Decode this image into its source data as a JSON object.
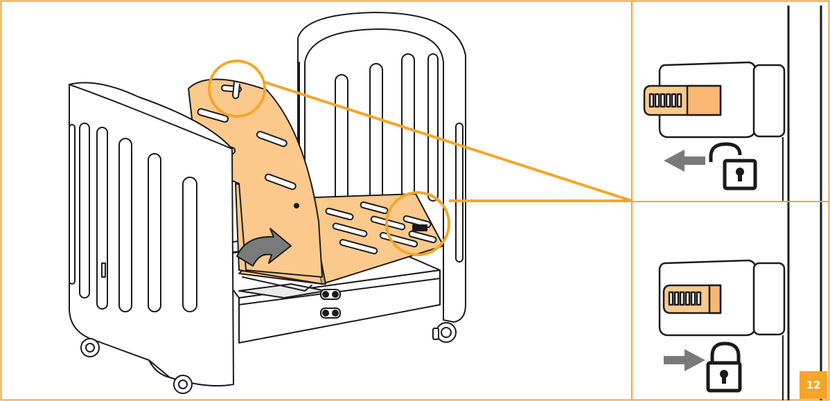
{
  "page": {
    "number": "12"
  },
  "colors": {
    "frame": "#f5a52a",
    "wood": "#fcc98c",
    "arrow_gray": "#7a7a7a",
    "line": "#1a1a1a",
    "badge_bg": "#f5a52a",
    "badge_text": "#ffffff"
  },
  "illustration": {
    "subject": "crib-assembly",
    "rotate_arrow": "curved-arrow-icon"
  },
  "detail_panels": [
    {
      "state": "unlocked",
      "arrow": "left-arrow-icon",
      "lock": "unlocked-padlock-icon"
    },
    {
      "state": "locked",
      "arrow": "right-arrow-icon",
      "lock": "locked-padlock-icon"
    }
  ]
}
